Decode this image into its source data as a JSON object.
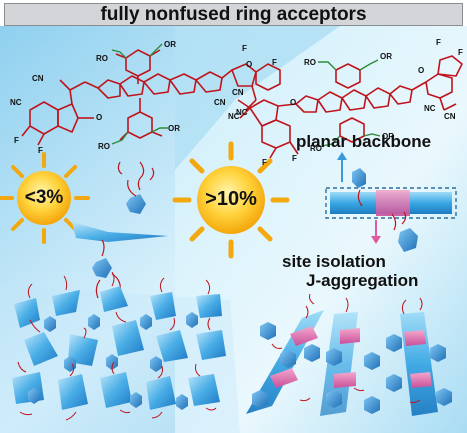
{
  "title": "fully nonfused ring acceptors",
  "left_panel": {
    "sun_label": "<3%",
    "molecule_labels": {
      "cn_top": "CN",
      "nc_left": "NC",
      "f_a": "F",
      "f_b": "F",
      "o": "O",
      "or_top": "OR",
      "ro_top": "RO",
      "or_bottom": "OR",
      "ro_bottom": "RO",
      "cn_right": "CN",
      "nc_right": "NC",
      "f_right_a": "F",
      "f_right_b": "F",
      "o_right": "O"
    }
  },
  "right_panel": {
    "sun_label": ">10%",
    "annotations": {
      "planar": "planar backbone",
      "site": "site isolation",
      "jagg": "J-aggregation"
    },
    "molecule_labels": {
      "f_a": "F",
      "f_b": "F",
      "o_top": "O",
      "or_top": "OR",
      "ro_top": "RO",
      "cn": "CN",
      "nc_right": "NC",
      "cn_left": "CN",
      "nc_left": "NC",
      "o_left": "O",
      "f_left_a": "F",
      "f_left_b": "F",
      "or_bottom": "OR",
      "ro_bottom": "RO"
    }
  },
  "colors": {
    "molecule_red": "#c0141c",
    "side_green": "#2e8b3a",
    "panel_blue": "#a9dcf3",
    "crystal_blue": "#3a9ad9",
    "sun_yellow": "#ffc21a",
    "site_pink": "#e05aa0"
  }
}
